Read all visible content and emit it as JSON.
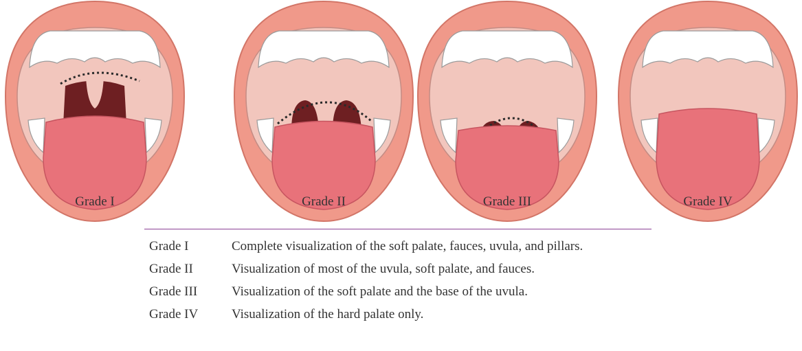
{
  "panels": [
    {
      "id": "grade-1",
      "caption": "Grade I"
    },
    {
      "id": "grade-2",
      "caption": "Grade II"
    },
    {
      "id": "grade-3",
      "caption": "Grade III"
    },
    {
      "id": "grade-4",
      "caption": "Grade IV"
    }
  ],
  "legend": {
    "rows": [
      {
        "grade": "Grade I",
        "description": "Complete visualization of the soft palate, fauces, uvula, and pillars."
      },
      {
        "grade": "Grade II",
        "description": "Visualization of most of the uvula, soft palate, and fauces."
      },
      {
        "grade": "Grade III",
        "description": "Visualization of the soft palate and the base of the uvula."
      },
      {
        "grade": "Grade IV",
        "description": "Visualization of the hard palate only."
      }
    ]
  },
  "colors": {
    "lips": "#f0998a",
    "lip_outline": "#d27567",
    "mouth_interior": "#f2c6bd",
    "throat": "#6e1f22",
    "tongue": "#e8727a",
    "teeth": "#ffffff",
    "rule": "#8a3f94",
    "text": "#333333"
  }
}
